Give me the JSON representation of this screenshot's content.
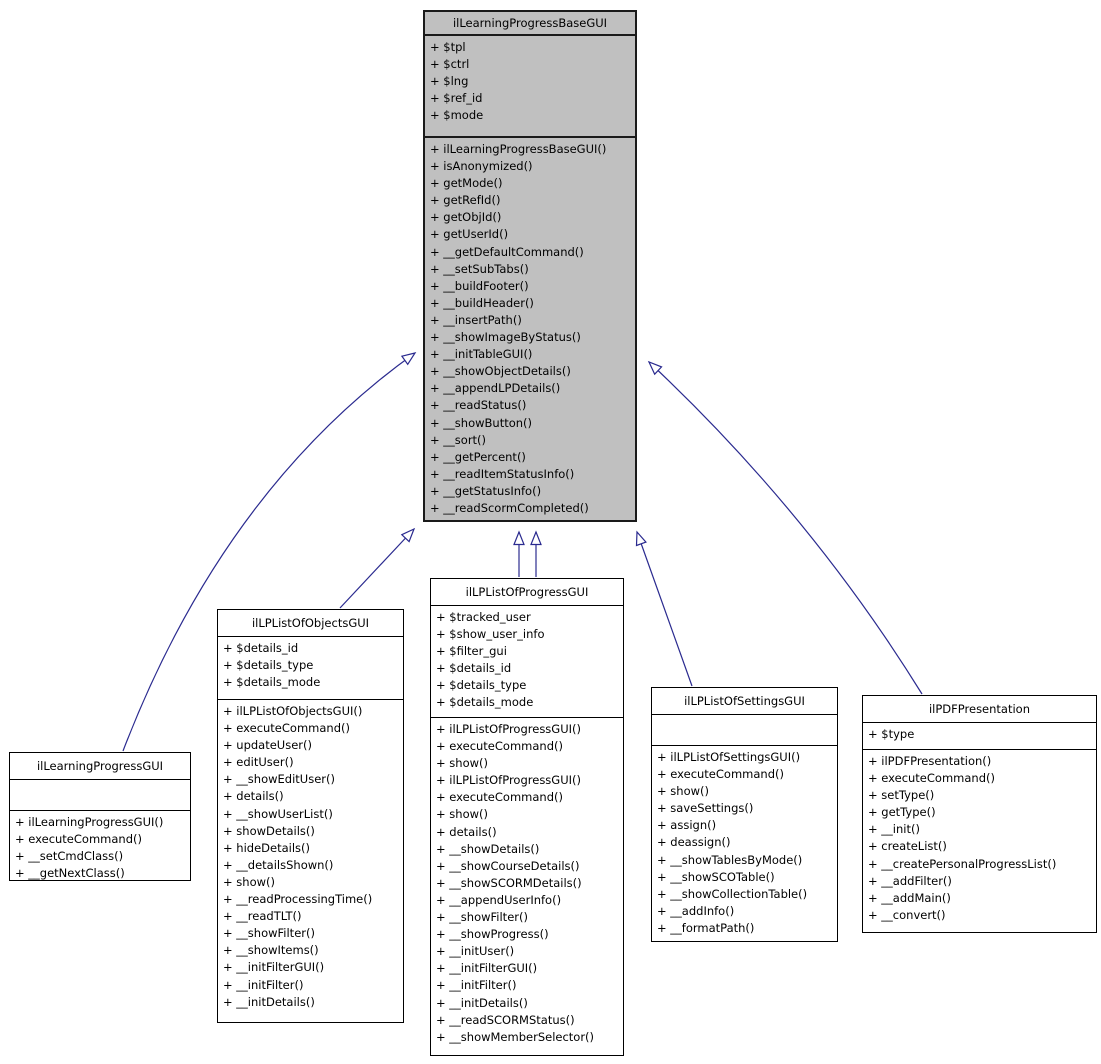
{
  "colors": {
    "base_fill": "#c0c0c0",
    "box_fill": "#ffffff",
    "border": "#000000",
    "edge": "#2a2a8f",
    "background": "#ffffff"
  },
  "classes": {
    "base": {
      "name": "ilLearningProgressBaseGUI",
      "attributes": [
        "+ $tpl",
        "+ $ctrl",
        "+ $lng",
        "+ $ref_id",
        "+ $mode"
      ],
      "methods": [
        "+ ilLearningProgressBaseGUI()",
        "+ isAnonymized()",
        "+ getMode()",
        "+ getRefId()",
        "+ getObjId()",
        "+ getUserId()",
        "+ __getDefaultCommand()",
        "+ __setSubTabs()",
        "+ __buildFooter()",
        "+ __buildHeader()",
        "+ __insertPath()",
        "+ __showImageByStatus()",
        "+ __initTableGUI()",
        "+ __showObjectDetails()",
        "+ __appendLPDetails()",
        "+ __readStatus()",
        "+ __showButton()",
        "+ __sort()",
        "+ __getPercent()",
        "+ __readItemStatusInfo()",
        "+ __getStatusInfo()",
        "+ __readScormCompleted()"
      ]
    },
    "learningProgress": {
      "name": "ilLearningProgressGUI",
      "attributes": [],
      "methods": [
        "+ ilLearningProgressGUI()",
        "+ executeCommand()",
        "+ __setCmdClass()",
        "+ __getNextClass()"
      ]
    },
    "listOfObjects": {
      "name": "ilLPListOfObjectsGUI",
      "attributes": [
        "+ $details_id",
        "+ $details_type",
        "+ $details_mode"
      ],
      "methods": [
        "+ ilLPListOfObjectsGUI()",
        "+ executeCommand()",
        "+ updateUser()",
        "+ editUser()",
        "+ __showEditUser()",
        "+ details()",
        "+ __showUserList()",
        "+ showDetails()",
        "+ hideDetails()",
        "+ __detailsShown()",
        "+ show()",
        "+ __readProcessingTime()",
        "+ __readTLT()",
        "+ __showFilter()",
        "+ __showItems()",
        "+ __initFilterGUI()",
        "+ __initFilter()",
        "+ __initDetails()"
      ]
    },
    "listOfProgress": {
      "name": "ilLPListOfProgressGUI",
      "attributes": [
        "+ $tracked_user",
        "+ $show_user_info",
        "+ $filter_gui",
        "+ $details_id",
        "+ $details_type",
        "+ $details_mode"
      ],
      "methods": [
        "+ ilLPListOfProgressGUI()",
        "+ executeCommand()",
        "+ show()",
        "+ ilLPListOfProgressGUI()",
        "+ executeCommand()",
        "+ show()",
        "+ details()",
        "+ __showDetails()",
        "+ __showCourseDetails()",
        "+ __showSCORMDetails()",
        "+ __appendUserInfo()",
        "+ __showFilter()",
        "+ __showProgress()",
        "+ __initUser()",
        "+ __initFilterGUI()",
        "+ __initFilter()",
        "+ __initDetails()",
        "+ __readSCORMStatus()",
        "+ __showMemberSelector()"
      ]
    },
    "listOfSettings": {
      "name": "ilLPListOfSettingsGUI",
      "attributes": [],
      "methods": [
        "+ ilLPListOfSettingsGUI()",
        "+ executeCommand()",
        "+ show()",
        "+ saveSettings()",
        "+ assign()",
        "+ deassign()",
        "+ __showTablesByMode()",
        "+ __showSCOTable()",
        "+ __showCollectionTable()",
        "+ __addInfo()",
        "+ __formatPath()"
      ]
    },
    "pdfPresentation": {
      "name": "ilPDFPresentation",
      "attributes": [
        "+ $type"
      ],
      "methods": [
        "+ ilPDFPresentation()",
        "+ executeCommand()",
        "+ setType()",
        "+ getType()",
        "+ __init()",
        "+ createList()",
        "+ __createPersonalProgressList()",
        "+ __addFilter()",
        "+ __addMain()",
        "+ __convert()"
      ]
    }
  }
}
